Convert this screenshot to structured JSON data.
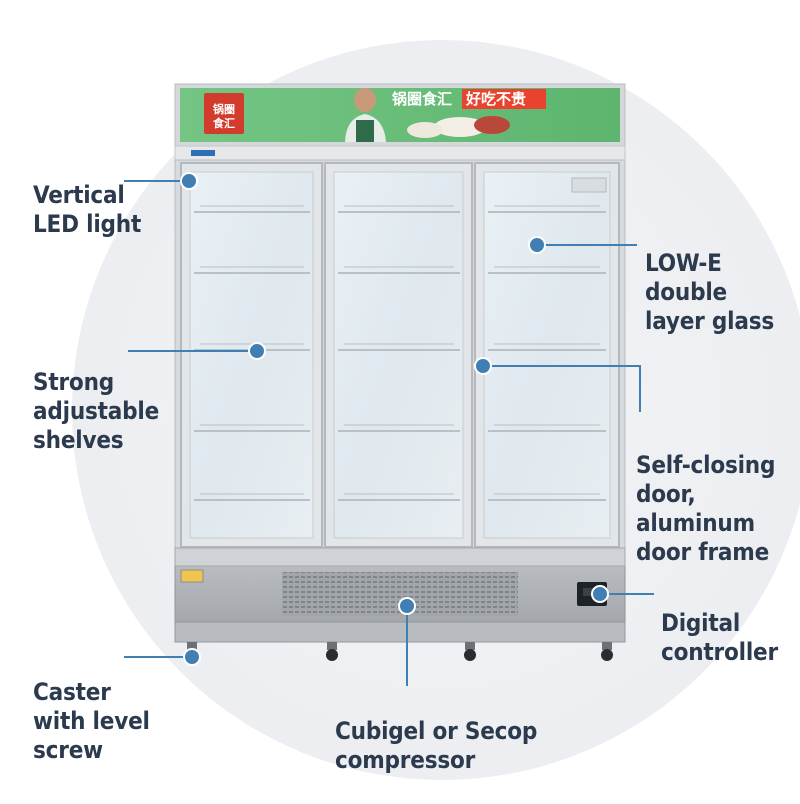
{
  "annotations": {
    "vertical_led": [
      "Vertical",
      "LED light"
    ],
    "low_e_glass": [
      "LOW-E double",
      "layer glass"
    ],
    "shelves": [
      "Strong",
      "adjustable",
      "shelves"
    ],
    "self_closing": [
      "Self-closing",
      "door, aluminum",
      "door frame"
    ],
    "digital_controller": [
      "Digital",
      "controller"
    ],
    "caster": [
      "Caster",
      "with level",
      "screw"
    ],
    "compressor": [
      "Cubigel or Secop",
      "compressor"
    ]
  },
  "sign": {
    "logo_text": "锅圈食汇",
    "slogan_main": "锅圈食汇",
    "slogan_accent": "好吃不贵"
  },
  "colors": {
    "label_text": "#2c3a4d",
    "pointer": "#3f7fb3",
    "sign_green": "#6cc17c",
    "logo_red": "#d33b2c",
    "cabinet": "#d7dadd",
    "base": "#a9adb2"
  }
}
